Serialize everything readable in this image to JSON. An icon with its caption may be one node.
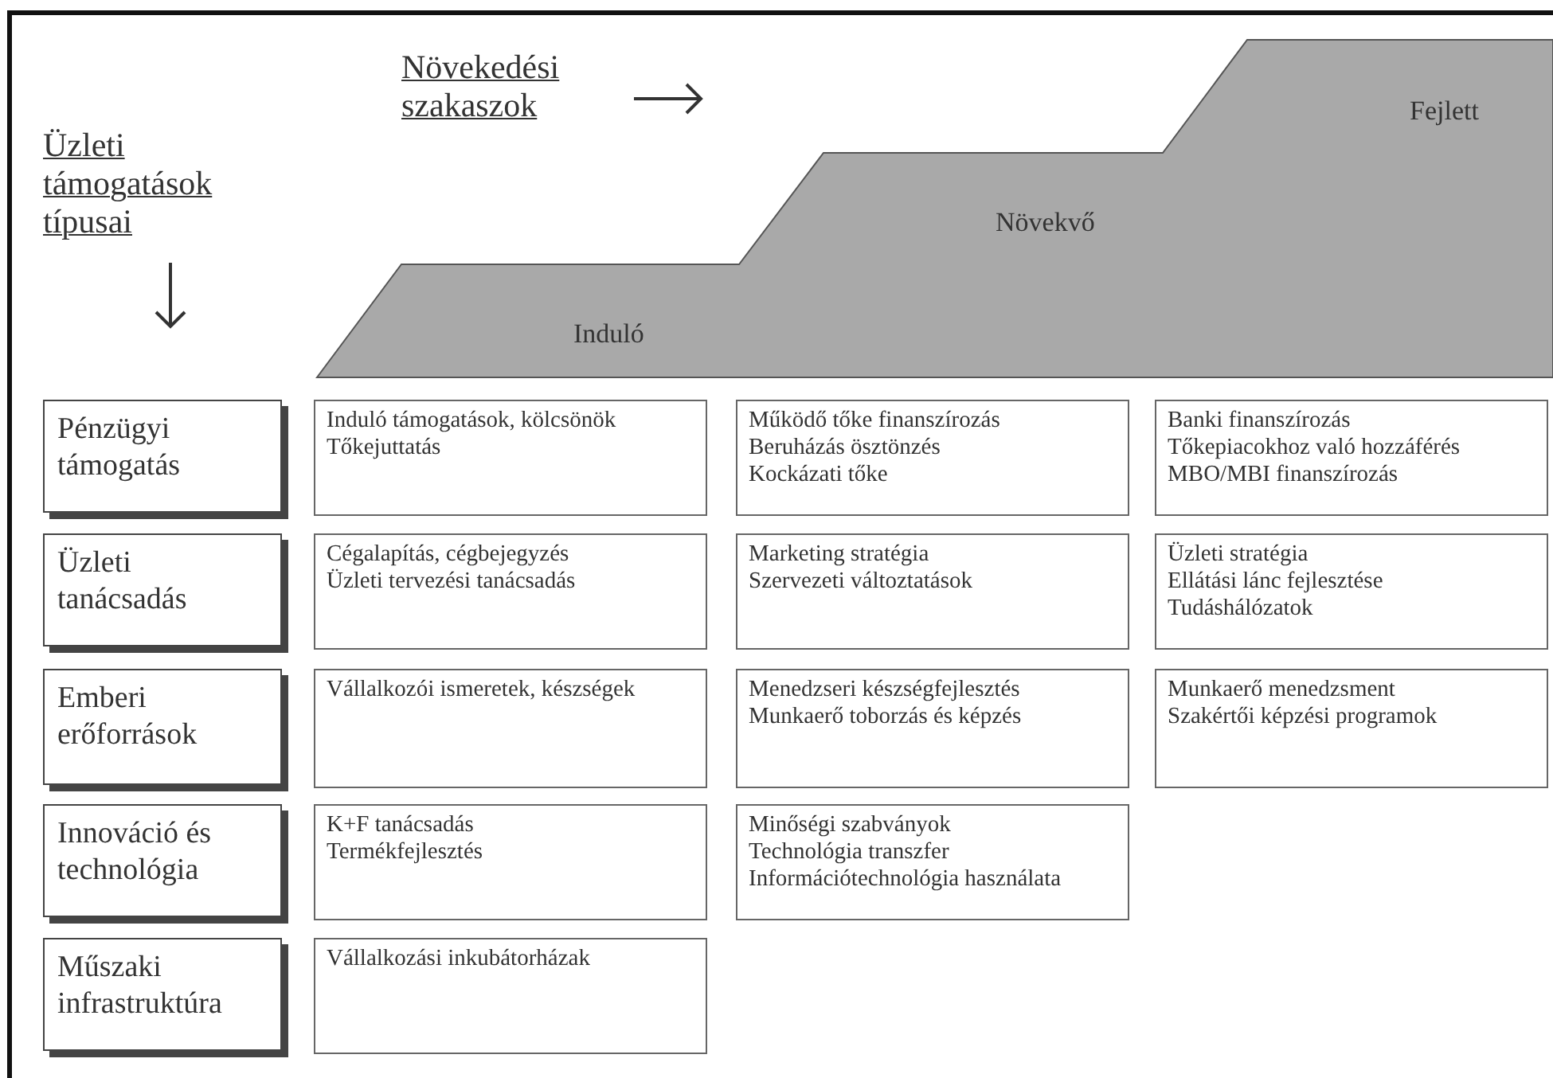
{
  "diagram": {
    "nodes": [
      {
        "text": [
          "Induló",
          "Növekvő",
          "Fejlett"
        ]
      },
      {
        "text": [
          "Pénzügyi támogatás"
        ]
      },
      {
        "text": [
          "Induló támogatások, kölcsönök",
          "Tőkejuttatás"
        ]
      },
      {
        "text": [
          "Működő tőke finanszírozás",
          "Beruházás ösztönzés",
          "Kockázati tőke"
        ]
      },
      {
        "text": [
          "Banki finanszírozás",
          "Tőkepiacokhoz való hozzáférés",
          "MBO/MBI finanszírozás"
        ]
      },
      {
        "text": [
          "Üzleti tanácsadás"
        ]
      },
      {
        "text": [
          "Cégalapítás, cégbejegyzés",
          "Üzleti tervezési tanácsadás"
        ]
      },
      {
        "text": [
          "Marketing stratégia",
          "Szervezeti változtatások"
        ]
      },
      {
        "text": [
          "Üzleti stratégia",
          "Ellátási lánc fejlesztése",
          "Tudáshálózatok"
        ]
      },
      {
        "text": [
          "Emberi erőforrások"
        ]
      },
      {
        "text": [
          "Vállalkozói ismeretek, készségek"
        ]
      },
      {
        "text": [
          "Menedzseri készségfejlesztés",
          "Munkaerő toborzás és képzés"
        ]
      },
      {
        "text": [
          "Munkaerő menedzsment",
          "Szakértői képzési programok"
        ]
      },
      {
        "text": [
          "Innováció és technológia"
        ]
      },
      {
        "text": [
          "K+F tanácsadás",
          "Termékfejlesztés"
        ]
      },
      {
        "text": [
          "Minőségi szabványok",
          "Technológia transzfer",
          "Információtechnológia használata"
        ]
      },
      {
        "text": [
          "Műszaki infrastruktúra"
        ]
      },
      {
        "text": [
          "Vállalkozási inkubátorházak"
        ]
      }
    ],
    "labels": [
      "Növekedési szakaszok",
      "Üzleti támogatások típusai"
    ]
  }
}
